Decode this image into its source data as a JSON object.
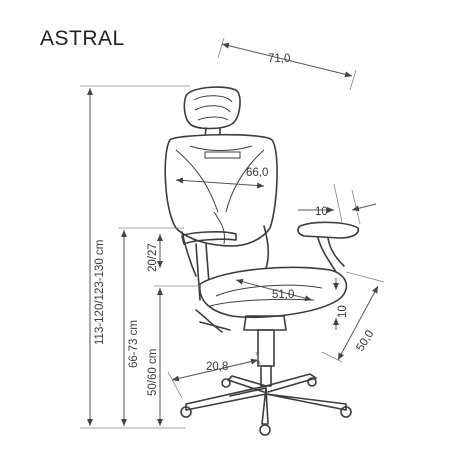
{
  "title": "ASTRAL",
  "dimensions": {
    "total_width": "71,0",
    "backrest_width": "66,0",
    "armrest_width": "10",
    "total_height": "113-120/123-130 cm",
    "armrest_height": "66-73 cm",
    "armrest_adjust": "20/27",
    "seat_height": "50/60 cm",
    "seat_width": "51,0",
    "seat_depth": "50,0",
    "seat_thickness": "10",
    "base_radius": "20,8"
  },
  "colors": {
    "line": "#3c3c3c",
    "dimension": "#555555",
    "text": "#3a3a3a"
  }
}
